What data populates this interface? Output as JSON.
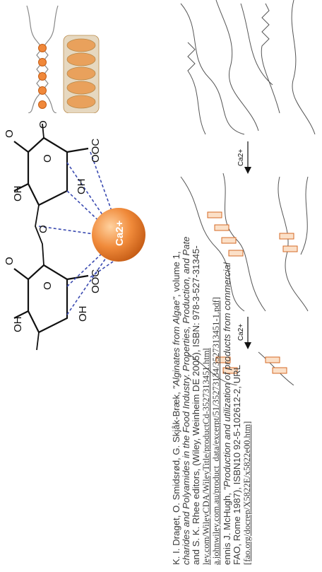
{
  "references": {
    "ref1": {
      "line1_a": "K. I. Draget, O. Smidsrød, G. Skjåk-Bræk,",
      "line1_title": "\"Alginates from Algae\"",
      "line1_b": ", volume 1,",
      "line2": "charides and Polyamides in the Food Industry. Properties, Production, and Pate",
      "line3": "and S. K. Rhee editors, (Wiley, Weinheim DE 2005), ISBN: 978-3-527-31345-",
      "line4": "ley.com/WileyCDA/WileyTitle/productCd-3527313451.html",
      "line5": "a.johnwiley.com.au/product_data/excerpt/51/35273134/3527313451-1.pdf]"
    },
    "ref2": {
      "line1_a": "ennis J. McHugh,",
      "line1_title": "\"Production and utilization of products from commercial",
      "line2": "FAO, Rome 1987), ISBN10 92-5-102612-2, URL",
      "line3": "[fao.org/docrep/X5822E/x5822e00.htm]"
    }
  },
  "molecule": {
    "ion": "Ca2+",
    "coo1": "OOC",
    "coo2": "OOC",
    "oh1": "OH",
    "oh2": "OH",
    "oh3": "OH",
    "oh4": "OH",
    "o_ring1": "O",
    "o_ring2": "O",
    "o_link1": "O",
    "o_link2": "O",
    "o_link3": "O",
    "o_link4": "O"
  },
  "gelation": {
    "arrow1_label": "Ca2+",
    "arrow2_label": "Ca2+"
  },
  "colors": {
    "ion_fill": "#f08a3a",
    "dashed_arrow": "#3a4ab0",
    "junction": "#e8935a"
  }
}
